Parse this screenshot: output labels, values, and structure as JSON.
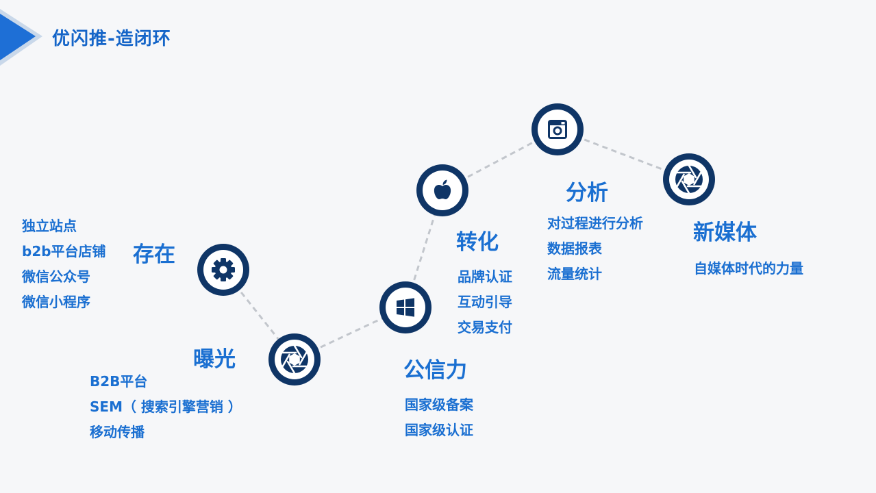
{
  "header": {
    "title": "优闪推-造闭环"
  },
  "stages": [
    {
      "id": "cunzai",
      "icon": "gear-icon",
      "label": "存在",
      "items": [
        "独立站点",
        "b2b平台店铺",
        "微信公众号",
        "微信小程序"
      ]
    },
    {
      "id": "baoguang",
      "icon": "aperture-icon",
      "label": "曝光",
      "items": [
        "B2B平台",
        "SEM（ 搜索引擎营销 ）",
        "移动传播"
      ]
    },
    {
      "id": "gongxinli",
      "icon": "windows-icon",
      "label": "公信力",
      "items": [
        "国家级备案",
        "国家级认证"
      ]
    },
    {
      "id": "zhuanhua",
      "icon": "apple-icon",
      "label": "转化",
      "items": [
        "品牌认证",
        "互动引导",
        "交易支付"
      ]
    },
    {
      "id": "fenxi",
      "icon": "instagram-icon",
      "label": "分析",
      "items": [
        "对过程进行分析",
        "数据报表",
        "流量统计"
      ]
    },
    {
      "id": "xinmeiti",
      "icon": "aperture-icon",
      "label": "新媒体",
      "items": [
        "自媒体时代的力量"
      ]
    }
  ],
  "colors": {
    "node": "#0f3566",
    "text": "#1a6fd1",
    "title": "#1565c8",
    "connector": "#c2c6cc",
    "header_line": "#2b72c8"
  }
}
